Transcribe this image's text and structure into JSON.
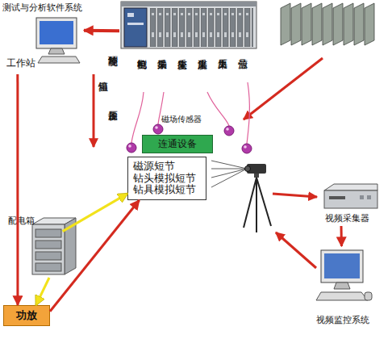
{
  "diagram": {
    "nodes": [
      {
        "text": [
          "测试与分析软件系统",
          "工作站"
        ]
      },
      {
        "text": [
          "电机控制",
          "振动采集",
          "应变采集",
          "温度采集",
          "压力采集",
          "信号源"
        ]
      },
      {
        "text": [
          "连通设备"
        ]
      },
      {
        "text": [
          "磁源短节 钻头模拟短节 钻具模拟短节"
        ]
      },
      {
        "text": [
          "视频采集器"
        ]
      },
      {
        "text": [
          "视频监控系统"
        ]
      },
      {
        "text": [
          "配电箱"
        ]
      },
      {
        "text": [
          "功放"
        ]
      }
    ],
    "edges": [
      {
        "from": 1,
        "to": 0,
        "arrow": "to"
      },
      {
        "from": 0,
        "to": 7,
        "arrow": "to"
      },
      {
        "from": 7,
        "to": 3,
        "arrow": "to"
      },
      {
        "from": 6,
        "to": 3,
        "arrow": "to"
      },
      {
        "from": 6,
        "to": 7,
        "arrow": "to"
      },
      {
        "from": 4,
        "to": 5,
        "arrow": "to"
      }
    ],
    "labels": [
      "恒温箱",
      "加压设备",
      "等环境控制",
      "磁场传感器"
    ]
  }
}
